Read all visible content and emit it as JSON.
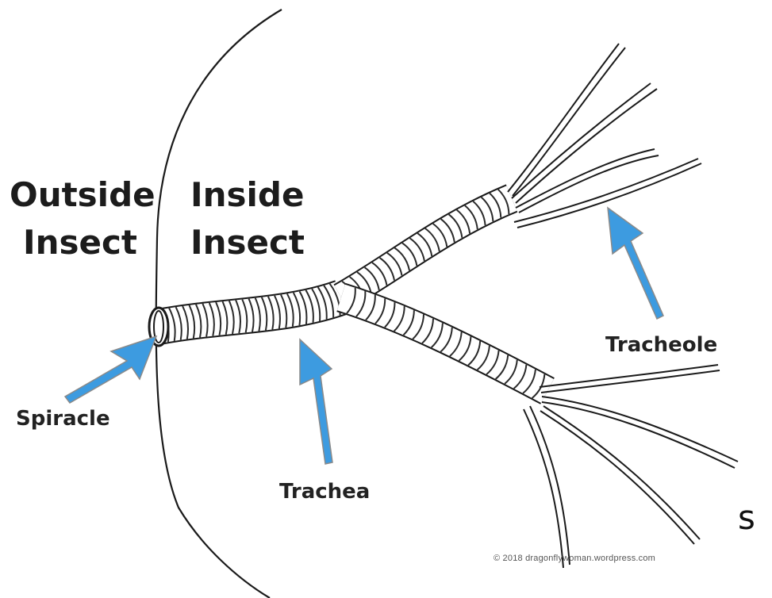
{
  "labels": {
    "outside_line1": "Outside",
    "outside_line2": "Insect",
    "inside_line1": "Inside",
    "inside_line2": "Insect",
    "spiracle": "Spiracle",
    "trachea": "Trachea",
    "tracheole": "Tracheole",
    "partial_edge_text": "s"
  },
  "copyright": "© 2018 dragonflywoman.wordpress.com",
  "colors": {
    "arrow": "#3d9be0",
    "line": "#1a1a1a",
    "background": "#ffffff"
  }
}
